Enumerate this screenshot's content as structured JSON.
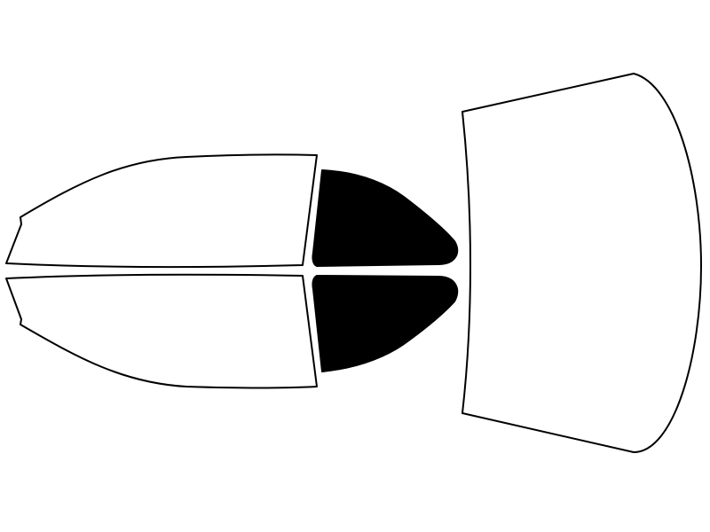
{
  "diagram": {
    "background": "#ffffff",
    "outline_color": "#000000",
    "panels": [
      {
        "name": "front-driver-side-window",
        "filled": false,
        "fill": "#ffffff"
      },
      {
        "name": "front-passenger-side-window",
        "filled": false,
        "fill": "#ffffff"
      },
      {
        "name": "rear-driver-side-window",
        "filled": true,
        "fill": "#000000"
      },
      {
        "name": "rear-passenger-side-window",
        "filled": true,
        "fill": "#000000"
      },
      {
        "name": "rear-windshield",
        "filled": false,
        "fill": "#ffffff"
      }
    ]
  }
}
